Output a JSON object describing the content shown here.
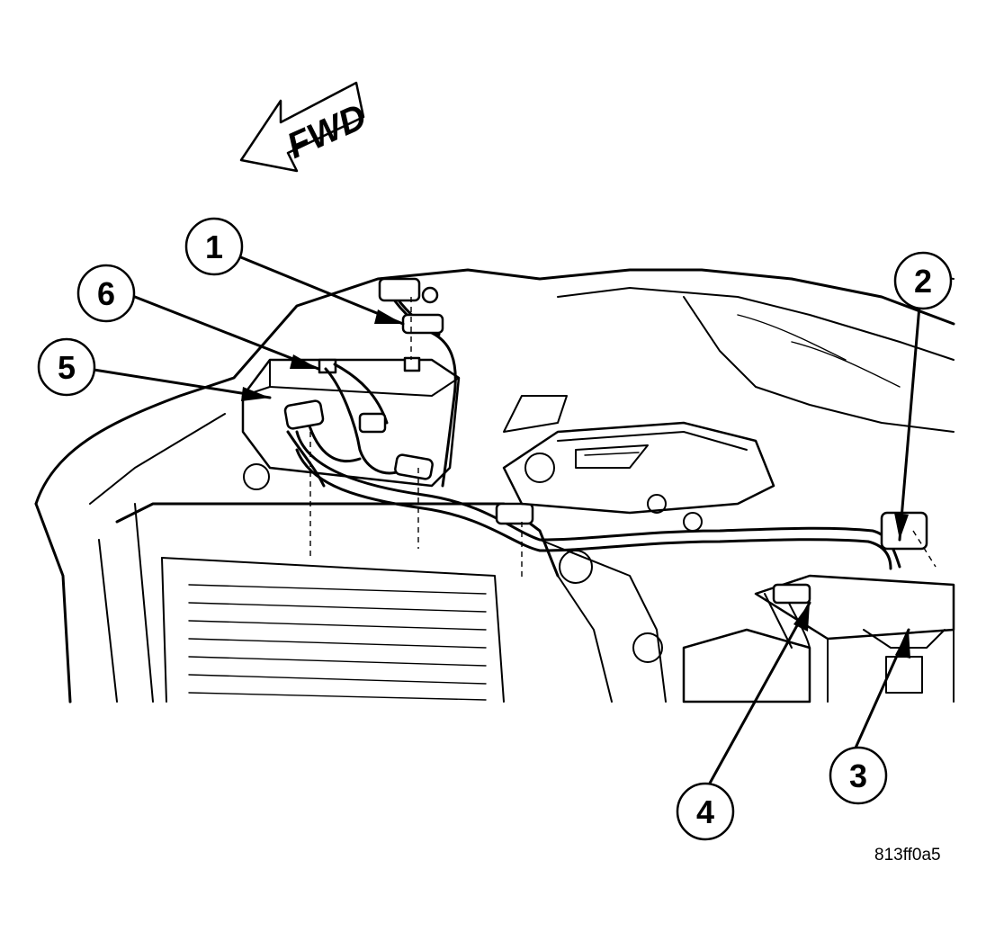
{
  "direction_label": "FWD",
  "figure_id": "813ff0a5",
  "callouts": [
    {
      "number": "1"
    },
    {
      "number": "2"
    },
    {
      "number": "3"
    },
    {
      "number": "4"
    },
    {
      "number": "5"
    },
    {
      "number": "6"
    }
  ]
}
